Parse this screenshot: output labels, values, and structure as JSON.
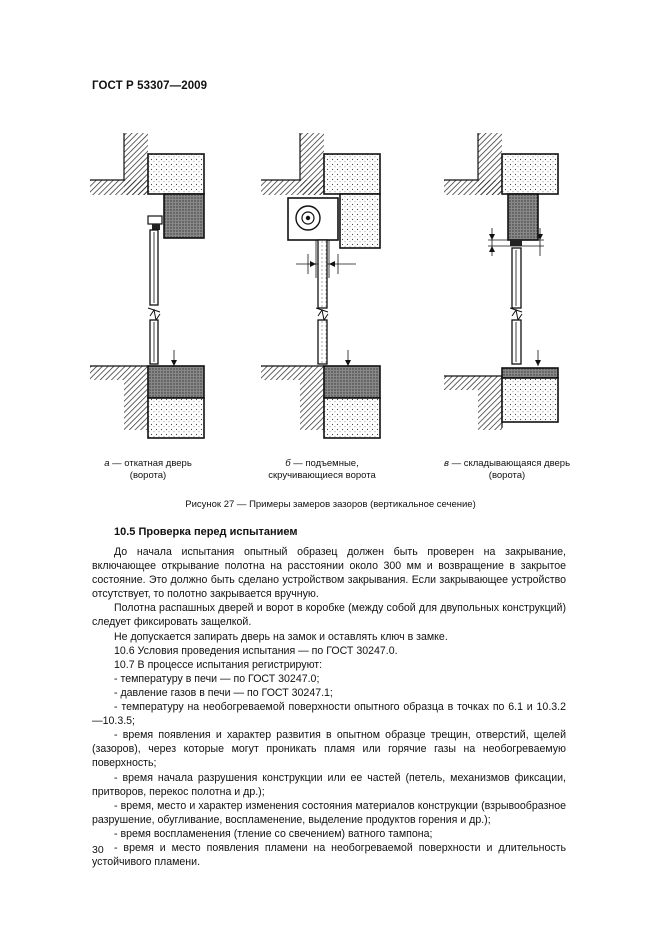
{
  "header": {
    "doc_id": "ГОСТ Р 53307—2009"
  },
  "figure": {
    "captions": [
      {
        "letter": "а",
        "line1": "— откатная дверь",
        "line2": "(ворота)"
      },
      {
        "letter": "б",
        "line1": "— подъемные,",
        "line2": "скручивающиеся ворота"
      },
      {
        "letter": "в",
        "line1": "— складывающаяся дверь",
        "line2": "(ворота)"
      }
    ],
    "title": "Рисунок 27 — Примеры замеров зазоров (вертикальное сечение)"
  },
  "section": {
    "title": "10.5 Проверка перед испытанием",
    "paragraphs": [
      "До начала испытания опытный образец должен быть проверен на закрывание, включающее открывание полотна на расстоянии около 300 мм и возвращение в закрытое состояние. Это должно быть сделано устройством закрывания. Если закрывающее устройство отсутствует, то полотно закрывается вручную.",
      "Полотна распашных дверей и ворот в коробке (между собой для двупольных конструкций) следует фиксировать защелкой.",
      "Не допускается запирать дверь на замок и оставлять ключ в замке.",
      "10.6 Условия проведения испытания — по ГОСТ 30247.0.",
      "10.7 В процессе испытания регистрируют:",
      "- температуру в печи — по ГОСТ 30247.0;",
      "- давление газов в печи — по ГОСТ 30247.1;",
      "- температуру на необогреваемой поверхности опытного образца в точках по 6.1 и 10.3.2—10.3.5;",
      "- время появления и характер развития в опытном образце трещин, отверстий, щелей (зазоров), через которые могут проникать пламя или горячие газы на необогреваемую поверхность;",
      "- время начала разрушения конструкции или ее частей (петель, механизмов фиксации, притворов, перекос полотна и др.);",
      "- время, место и характер изменения состояния материалов конструкции (взрывообразное разрушение, обугливание, воспламенение, выделение продуктов горения и др.);",
      "- время воспламенения (тление со свечением) ватного тампона;",
      "- время и место появления пламени на необогреваемой поверхности и длительность устойчивого пламени."
    ]
  },
  "page_number": "30"
}
